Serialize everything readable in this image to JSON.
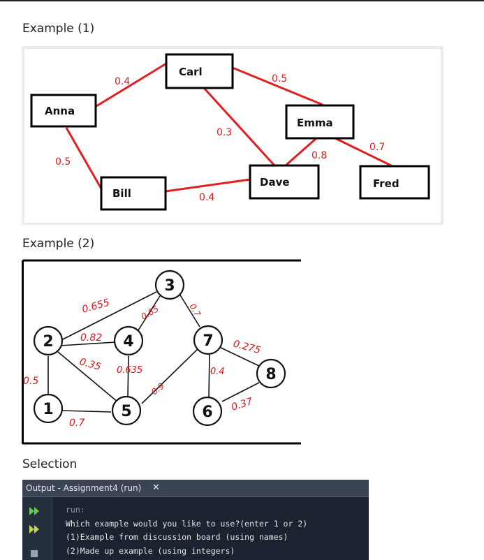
{
  "example1": {
    "heading": "Example (1)",
    "nodes": [
      "Anna",
      "Carl",
      "Emma",
      "Bill",
      "Dave",
      "Fred"
    ],
    "edges": [
      {
        "from": "Anna",
        "to": "Carl",
        "weight": "0.4"
      },
      {
        "from": "Carl",
        "to": "Emma",
        "weight": "0.5"
      },
      {
        "from": "Carl",
        "to": "Dave",
        "weight": "0.3"
      },
      {
        "from": "Anna",
        "to": "Bill",
        "weight": "0.5"
      },
      {
        "from": "Bill",
        "to": "Dave",
        "weight": "0.4"
      },
      {
        "from": "Emma",
        "to": "Dave",
        "weight": "0.8"
      },
      {
        "from": "Emma",
        "to": "Fred",
        "weight": "0.7"
      }
    ]
  },
  "example2": {
    "heading": "Example (2)",
    "nodes": [
      "1",
      "2",
      "3",
      "4",
      "5",
      "6",
      "7",
      "8"
    ],
    "weights": {
      "w23": "0.655",
      "w24": "0.82",
      "w34": "0.85",
      "w37": "0.7",
      "w25": "0.35",
      "w45": "0.635",
      "w12": "0.5",
      "w15": "0.7",
      "w57": "0.9",
      "w78": "0.275",
      "w67": "0.4",
      "w68": "0.37"
    }
  },
  "selection": {
    "heading": "Selection",
    "output": {
      "tab_title": "Output - Assignment4 (run)",
      "close": "✕",
      "lines": [
        "run:",
        "Which example would you like to use?(enter 1 or 2)",
        "(1)Example from discussion board (using names)",
        "(2)Made up example (using integers)"
      ]
    }
  }
}
